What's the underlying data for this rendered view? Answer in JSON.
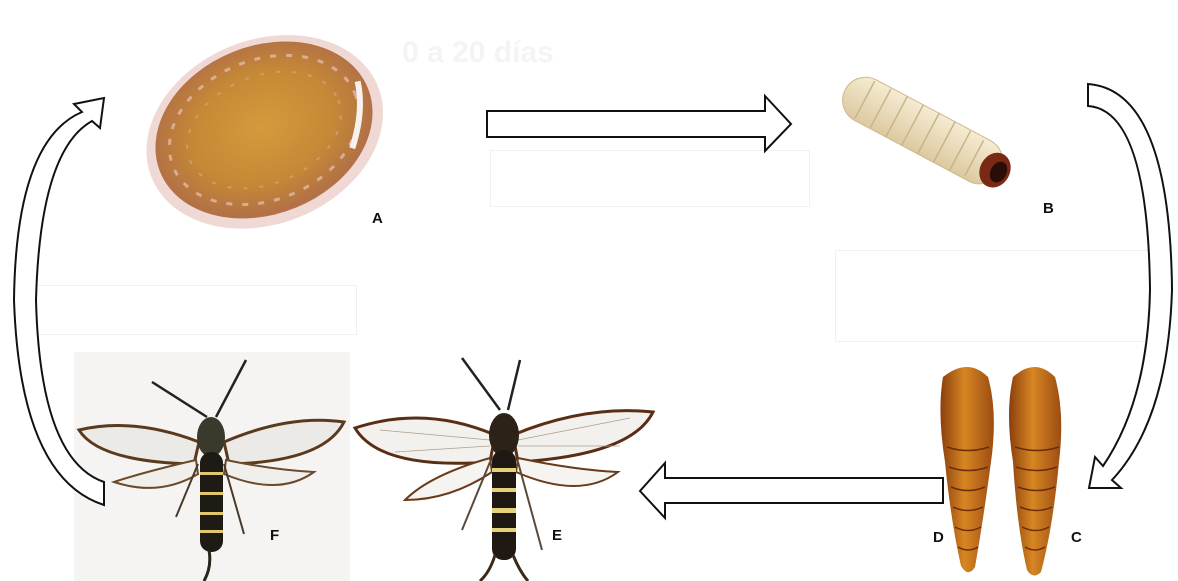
{
  "diagram": {
    "stages": [
      {
        "id": "A",
        "label": "A",
        "name": "egg-icon"
      },
      {
        "id": "B",
        "label": "B",
        "name": "larva-icon"
      },
      {
        "id": "C",
        "label": "C",
        "name": "pupa-icon"
      },
      {
        "id": "D",
        "label": "D",
        "name": "pupa-icon"
      },
      {
        "id": "E",
        "label": "E",
        "name": "moth-icon"
      },
      {
        "id": "F",
        "label": "F",
        "name": "moth-icon"
      }
    ],
    "ghost_text": "0 a 20 días",
    "arrow_outline": "#111111",
    "arrow_fill": "#ffffff"
  }
}
